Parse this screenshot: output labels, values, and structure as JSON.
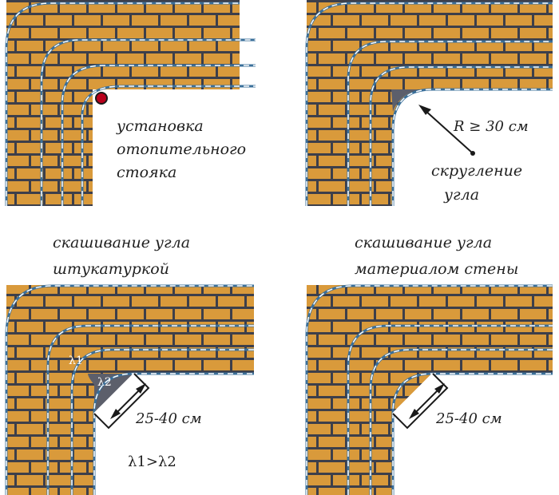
{
  "panels": [
    {
      "id": "a",
      "labels": [
        "установка",
        "отопительного",
        "стояка"
      ]
    },
    {
      "id": "b",
      "dimension": "R ≥ 30 см",
      "labels": [
        "скругление",
        "угла"
      ]
    },
    {
      "id": "c",
      "title": [
        "скашивание угла",
        "штукатуркой"
      ],
      "lambda1": "λ1",
      "lambda2": "λ2",
      "dimension": "25-40 см",
      "relation": "λ1>λ2"
    },
    {
      "id": "d",
      "title": [
        "скашивание угла",
        "материалом стены"
      ],
      "dimension": "25-40 см"
    }
  ],
  "colors": {
    "brick": "#d99a3b",
    "mortar": "#3d3f4a",
    "corner_fill": "#5c5f6b",
    "pipe_line": "#3a6f9a",
    "riser": "#b8001c"
  }
}
